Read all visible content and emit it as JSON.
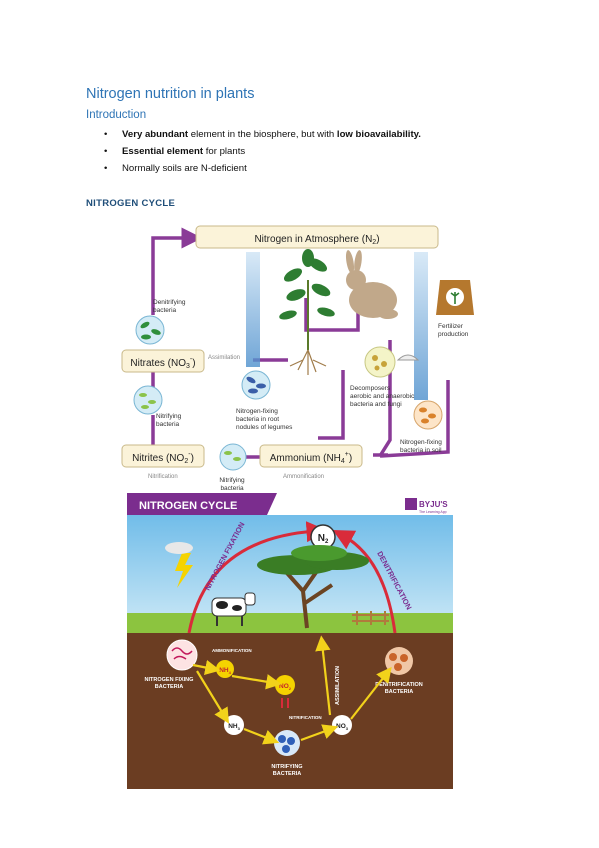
{
  "page": {
    "title": "Nitrogen nutrition in plants",
    "intro_heading": "Introduction",
    "bullets": [
      {
        "parts": [
          {
            "bold": true,
            "text": "Very abundant"
          },
          {
            "bold": false,
            "text": " element in the biosphere, but with "
          },
          {
            "bold": true,
            "text": "low bioavailability."
          }
        ]
      },
      {
        "parts": [
          {
            "bold": true,
            "text": "Essential element"
          },
          {
            "bold": false,
            "text": " for plants"
          }
        ]
      },
      {
        "parts": [
          {
            "bold": false,
            "text": "Normally soils are N-deficient"
          }
        ]
      }
    ],
    "cycle_heading": "NITROGEN CYCLE"
  },
  "figure1": {
    "atmosphere": "Nitrogen in Atmosphere (N",
    "atmosphere_sub": "2",
    "atmosphere_end": ")",
    "denitrifying": [
      "Denitrifying",
      "bacteria"
    ],
    "nitrates": "Nitrates (NO",
    "nitrates_sub": "3",
    "nitrates_sup": "-",
    "nitrates_end": ")",
    "assimilation": "Assimilation",
    "nitrifying": [
      "Nitrifying",
      "bacteria"
    ],
    "nitrites": "Nitrites (NO",
    "nitrites_sub": "2",
    "nitrites_sup": "-",
    "nitrites_end": ")",
    "nitrification": "Nitrification",
    "nitrifying2": [
      "Nitrifying",
      "bacteria"
    ],
    "ammonium": "Ammonium (NH",
    "ammonium_sub": "4",
    "ammonium_sup": "+",
    "ammonium_end": ")",
    "ammonification": "Ammonification",
    "fixing_root": [
      "Nitrogen-fixing",
      "bacteria in root",
      "nodules of legumes"
    ],
    "decomposers": [
      "Decomposers",
      "aerobic and anaerobic",
      "bacteria and fungi"
    ],
    "fertilizer": [
      "Fertilizer",
      "production"
    ],
    "fixing_soil": [
      "Nitrogen-fixing",
      "bacteria in soil"
    ]
  },
  "figure2": {
    "title": "NITROGEN CYCLE",
    "brand": "BYJU'S",
    "brand_sub": "The Learning App",
    "n2": "N",
    "n2_sub": "2",
    "fixation": "NITROGEN FIXATION",
    "denitrification": "DENITRIFICATION",
    "ammonification": "AMMONIFICATION",
    "nh4": "NH",
    "nh4_sub": "4",
    "no2": "NO",
    "no2_sub": "2",
    "nh3": "NH",
    "nh3_sub": "3",
    "no3": "NO",
    "no3_sub": "3",
    "nitrification": "NITRIFICATION",
    "assimilation": "ASSIMILATION",
    "fixing_bacteria": [
      "NITROGEN FIXING",
      "BACTERIA"
    ],
    "denit_bacteria": [
      "DENITRIFICATION",
      "BACTERIA"
    ],
    "nitrifying_bacteria": [
      "NITRIFYING",
      "BACTERIA"
    ]
  }
}
